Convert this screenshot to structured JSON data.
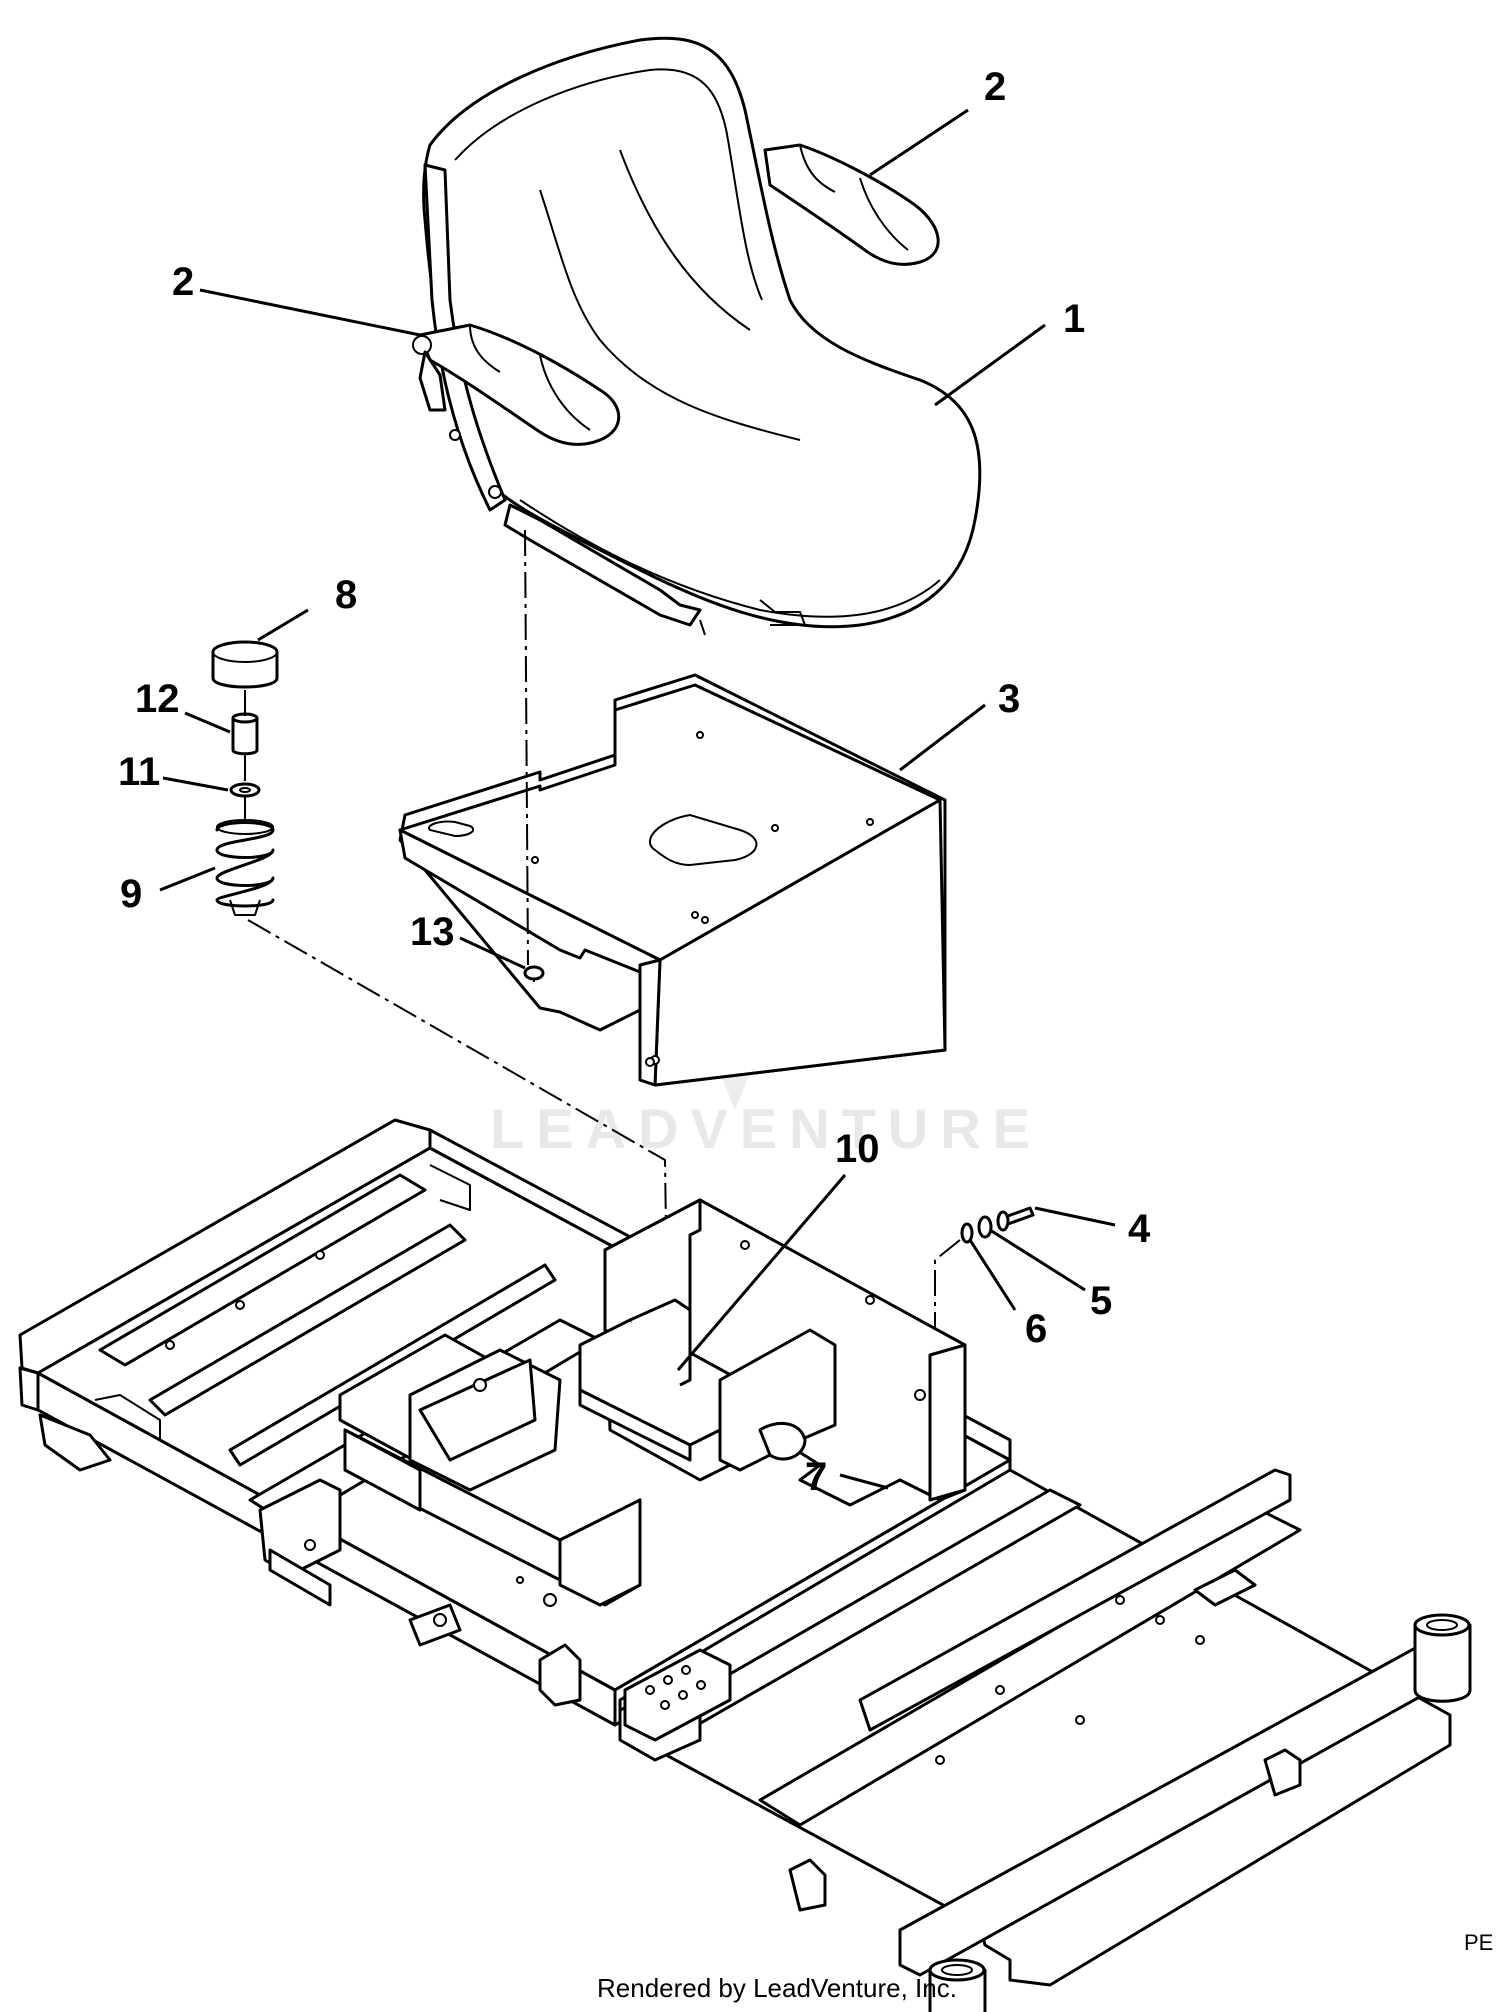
{
  "callouts": {
    "c1": "1",
    "c2a": "2",
    "c2b": "2",
    "c3": "3",
    "c4": "4",
    "c5": "5",
    "c6": "6",
    "c7": "7",
    "c8": "8",
    "c9": "9",
    "c10": "10",
    "c11": "11",
    "c12": "12",
    "c13": "13"
  },
  "footer": "Rendered by LeadVenture, Inc.",
  "page_ref": "PE",
  "watermark": "LEADVENTURE"
}
